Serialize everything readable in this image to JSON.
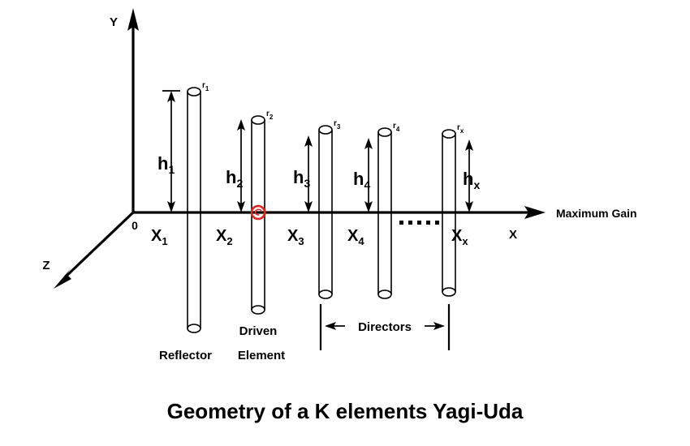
{
  "figure": {
    "title": "Geometry of a K elements Yagi-Uda",
    "background_color": "#ffffff",
    "ink_color": "#000000",
    "feed_point_color": "#e8221c"
  },
  "axes": {
    "y_label": "Y",
    "x_label": "X",
    "z_label": "Z",
    "origin_label": "0",
    "direction_label": "Maximum Gain"
  },
  "elements": [
    {
      "height_label": "h",
      "height_sub": "1",
      "radius_label": "r",
      "radius_sub": "1",
      "spacing_label": "X",
      "spacing_sub": "1",
      "role": "Reflector"
    },
    {
      "height_label": "h",
      "height_sub": "2",
      "radius_label": "r",
      "radius_sub": "2",
      "spacing_label": "X",
      "spacing_sub": "2",
      "role": "Driven Element"
    },
    {
      "height_label": "h",
      "height_sub": "3",
      "radius_label": "r",
      "radius_sub": "3",
      "spacing_label": "X",
      "spacing_sub": "3",
      "role": "Director"
    },
    {
      "height_label": "h",
      "height_sub": "4",
      "radius_label": "r",
      "radius_sub": "4",
      "spacing_label": "X",
      "spacing_sub": "4",
      "role": "Director"
    },
    {
      "height_label": "h",
      "height_sub": "x",
      "radius_label": "r",
      "radius_sub": "x",
      "spacing_label": "X",
      "spacing_sub": "x",
      "role": "Director"
    }
  ],
  "annotations": {
    "reflector_label": "Reflector",
    "driven_line1": "Driven",
    "driven_line2": "Element",
    "directors_label": "Directors",
    "ellipsis_dot_count": 5
  },
  "chart_data": {
    "type": "diagram",
    "title": "Geometry of a K elements Yagi-Uda",
    "description": "Side view of a K-element Yagi-Uda antenna array along the X axis, showing reflector, driven element and directors as vertical cylindrical rods of heights h1..hx and radii r1..rx spaced X1..Xx apart.",
    "xlabel": "X",
    "ylabel": "Y",
    "zlabel": "Z",
    "series": [
      {
        "name": "element heights above axis",
        "categories": [
          "h1",
          "h2",
          "h3",
          "h4",
          "hx"
        ],
        "values": [
          155,
          120,
          105,
          100,
          100
        ]
      },
      {
        "name": "element depths below axis",
        "categories": [
          "h1",
          "h2",
          "h3",
          "h4",
          "hx"
        ],
        "values": [
          150,
          130,
          105,
          105,
          100
        ]
      }
    ]
  }
}
